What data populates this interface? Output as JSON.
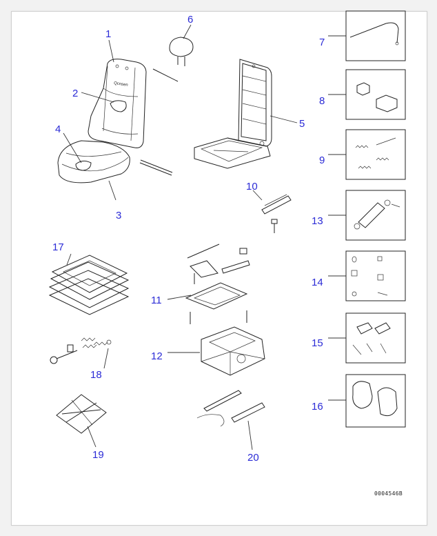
{
  "diagram": {
    "callouts": [
      {
        "id": "1",
        "label": "1"
      },
      {
        "id": "2",
        "label": "2"
      },
      {
        "id": "3",
        "label": "3"
      },
      {
        "id": "4",
        "label": "4"
      },
      {
        "id": "5",
        "label": "5"
      },
      {
        "id": "6",
        "label": "6"
      },
      {
        "id": "7",
        "label": "7"
      },
      {
        "id": "8",
        "label": "8"
      },
      {
        "id": "9",
        "label": "9"
      },
      {
        "id": "10",
        "label": "10"
      },
      {
        "id": "11",
        "label": "11"
      },
      {
        "id": "12",
        "label": "12"
      },
      {
        "id": "13",
        "label": "13"
      },
      {
        "id": "14",
        "label": "14"
      },
      {
        "id": "15",
        "label": "15"
      },
      {
        "id": "16",
        "label": "16"
      },
      {
        "id": "17",
        "label": "17"
      },
      {
        "id": "18",
        "label": "18"
      },
      {
        "id": "19",
        "label": "19"
      },
      {
        "id": "20",
        "label": "20"
      }
    ],
    "drawing_code": "0004546B",
    "colors": {
      "callout": "#2b2bd6",
      "line": "#222222"
    }
  }
}
